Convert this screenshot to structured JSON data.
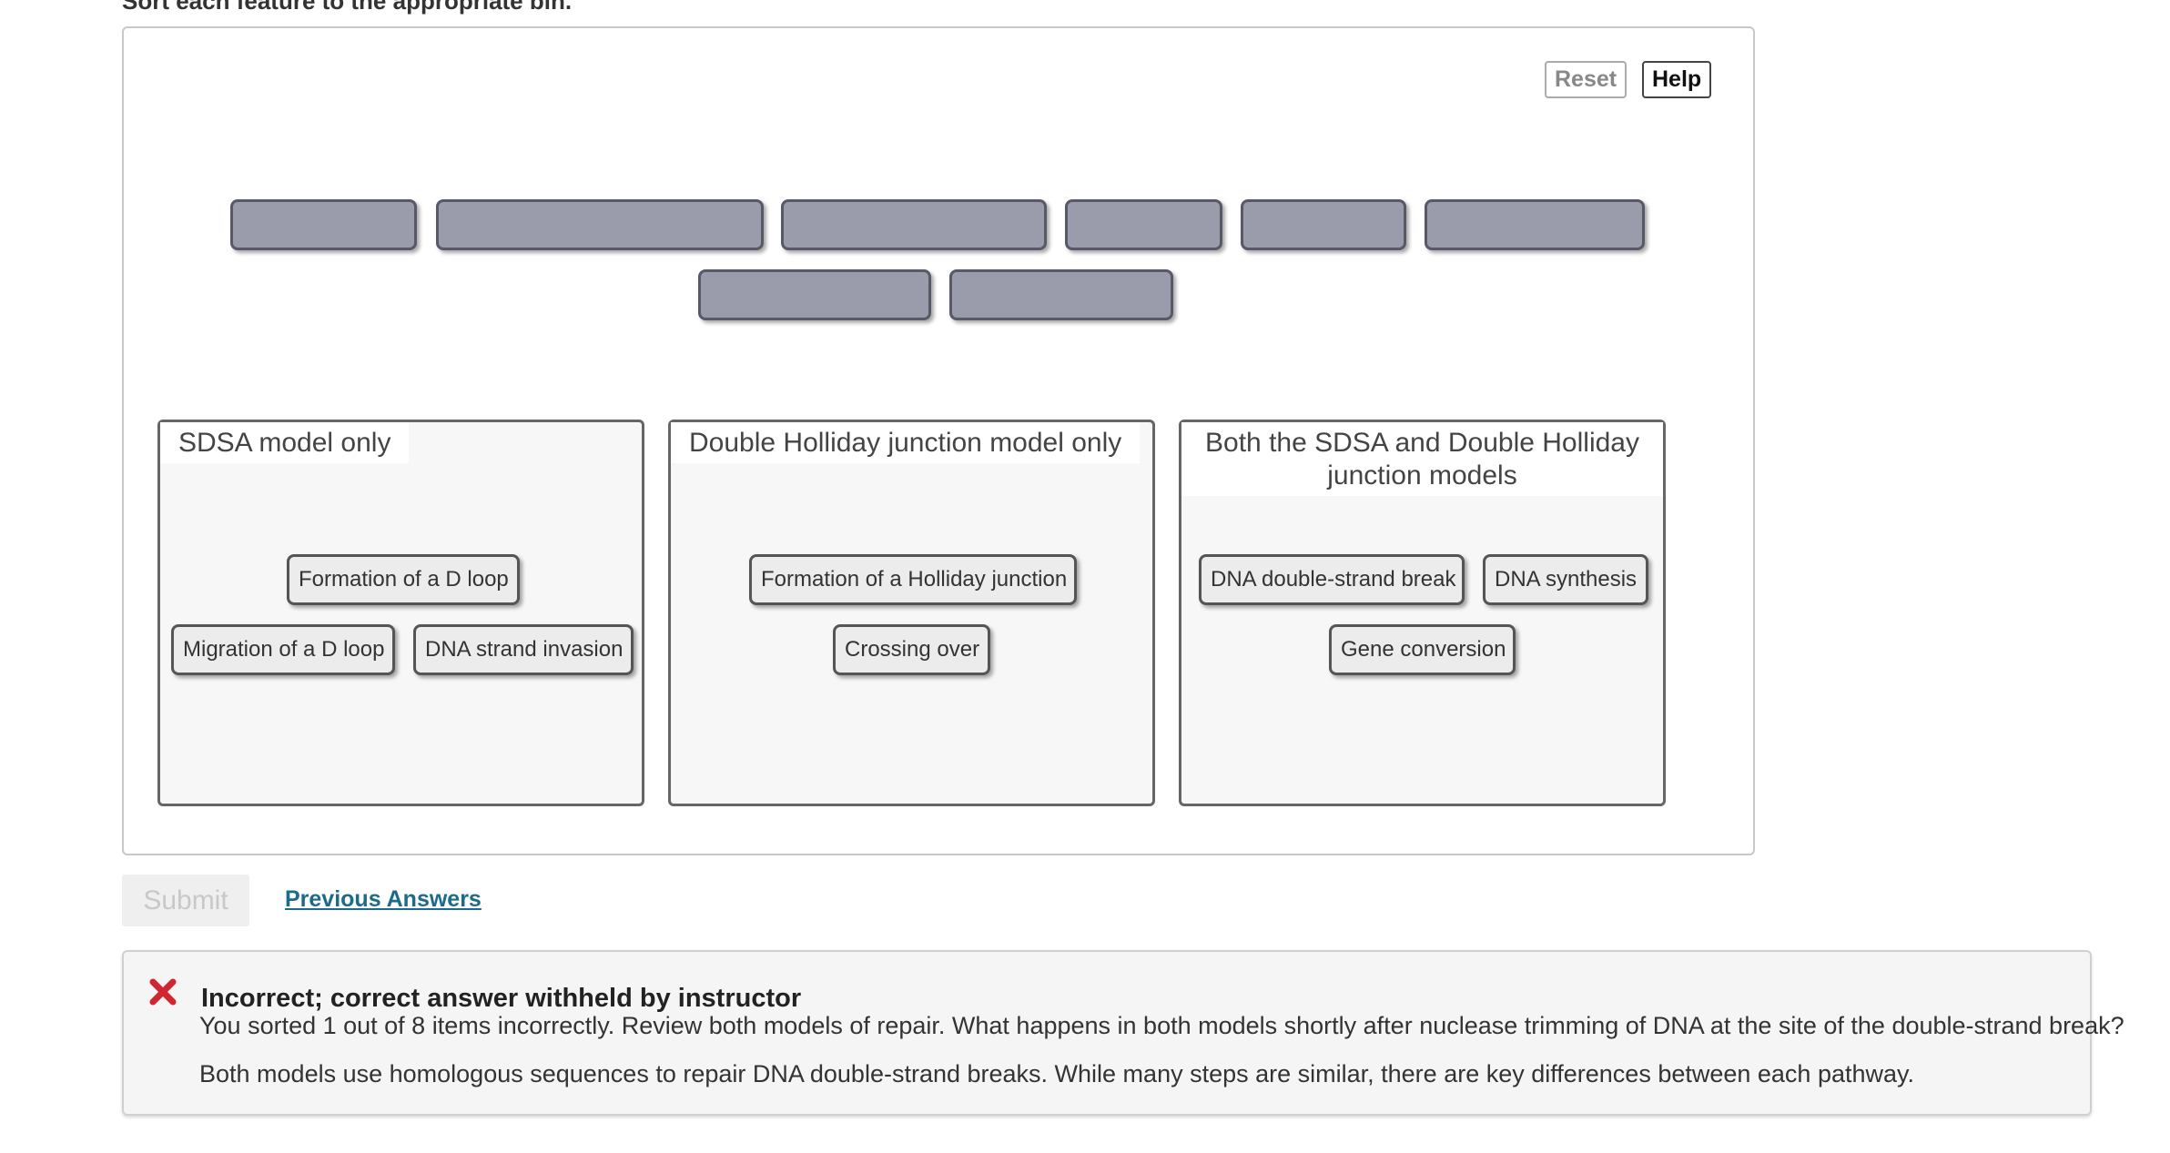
{
  "instructions": "Sort each feature to the appropriate bin.",
  "controls": {
    "reset_label": "Reset",
    "help_label": "Help"
  },
  "bins": [
    {
      "title": "SDSA model only",
      "items": [
        "Formation of a D loop",
        "Migration of a D loop",
        "DNA strand invasion"
      ]
    },
    {
      "title": "Double Holliday junction model only",
      "items": [
        "Formation of a Holliday junction",
        "Crossing over"
      ]
    },
    {
      "title": "Both the SDSA and Double Holliday junction models",
      "items": [
        "DNA double-strand break",
        "DNA synthesis",
        "Gene conversion"
      ]
    }
  ],
  "actions": {
    "submit_label": "Submit",
    "previous_answers_label": "Previous Answers"
  },
  "feedback": {
    "icon": "x-icon",
    "status_color": "#d0262f",
    "title": "Incorrect; correct answer withheld by instructor",
    "message": "You sorted 1 out of 8 items incorrectly. Review both models of repair. What happens in both models shortly after nuclease trimming of DNA at the site of the double-strand break?",
    "hint": "Both models use homologous sequences to repair DNA double-strand breaks. While many steps are similar, there are key differences between each pathway."
  }
}
